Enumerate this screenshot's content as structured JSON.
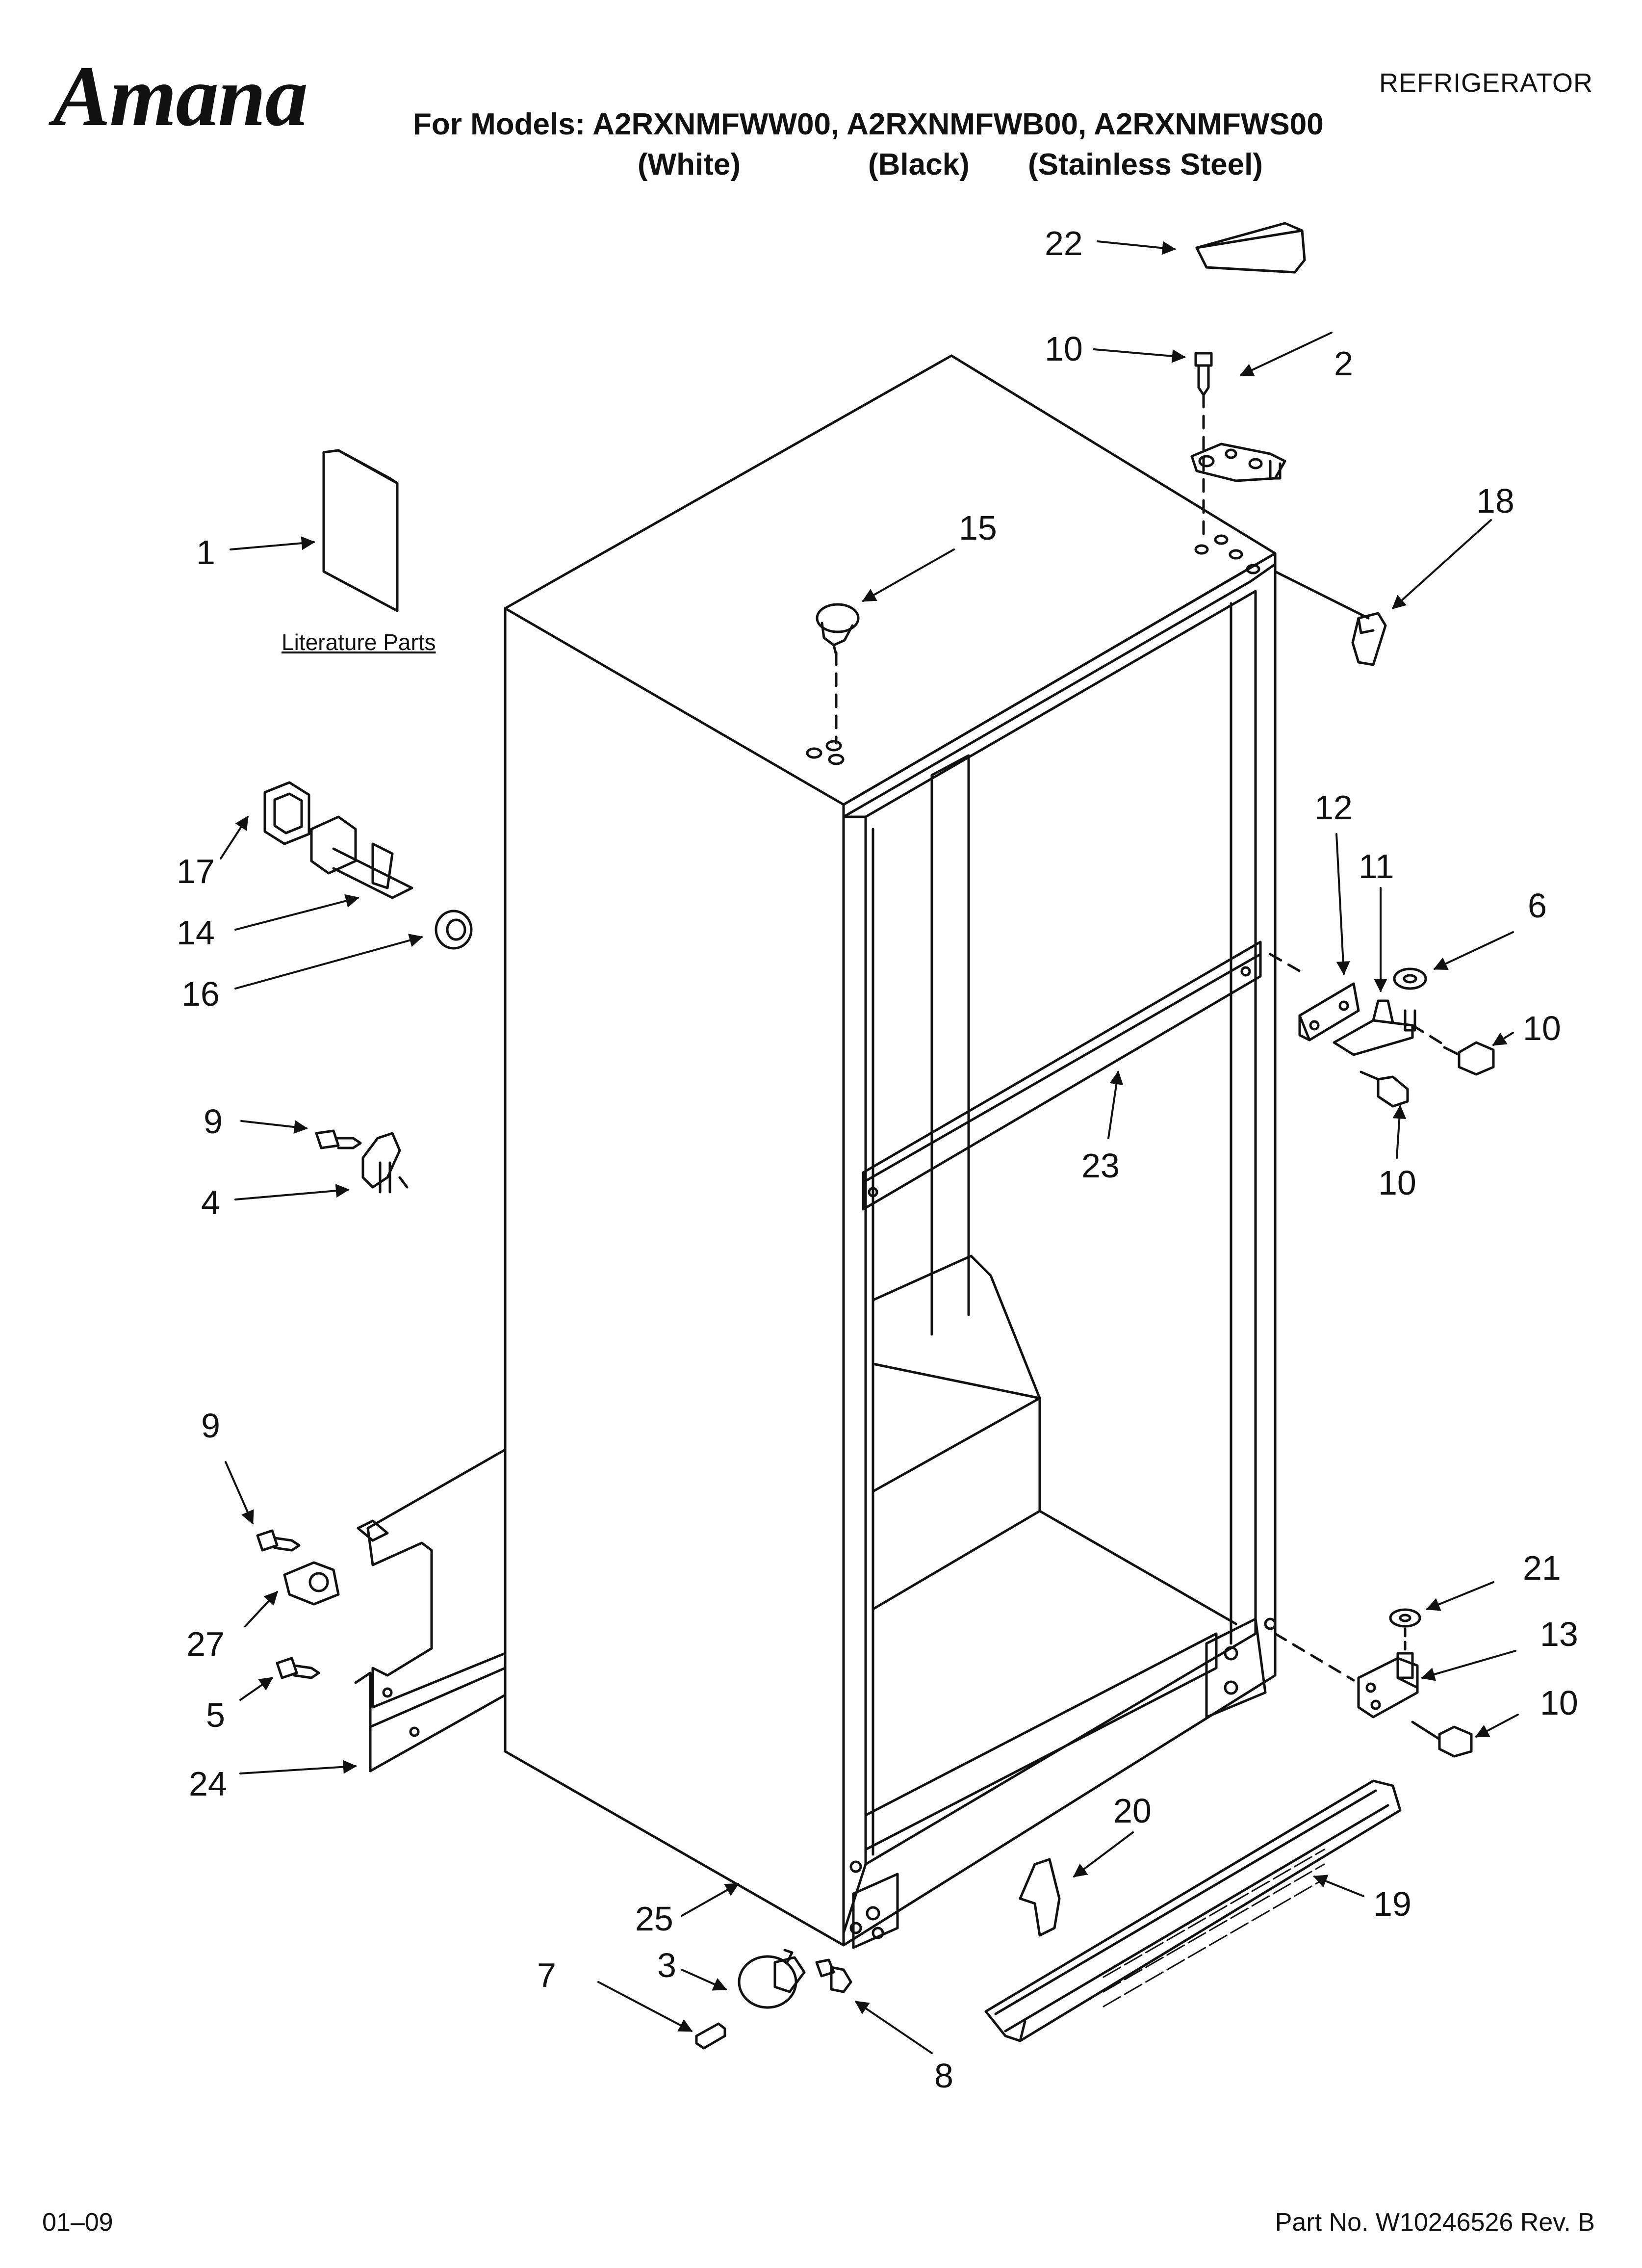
{
  "header": {
    "brand": "Amana",
    "category": "REFRIGERATOR",
    "models_line": "For Models: A2RXNMFWW00, A2RXNMFWB00, A2RXNMFWS00",
    "variants": [
      "(White)",
      "(Black)",
      "(Stainless Steel)"
    ]
  },
  "literature_label": "Literature Parts",
  "callouts": [
    "22",
    "10",
    "2",
    "18",
    "1",
    "15",
    "12",
    "11",
    "6",
    "10",
    "17",
    "14",
    "16",
    "23",
    "10",
    "9",
    "4",
    "10",
    "9",
    "21",
    "13",
    "27",
    "5",
    "10",
    "24",
    "20",
    "19",
    "25",
    "7",
    "3",
    "8"
  ],
  "footer": {
    "date": "01–09",
    "part_number": "Part No. W10246526 Rev. B"
  }
}
